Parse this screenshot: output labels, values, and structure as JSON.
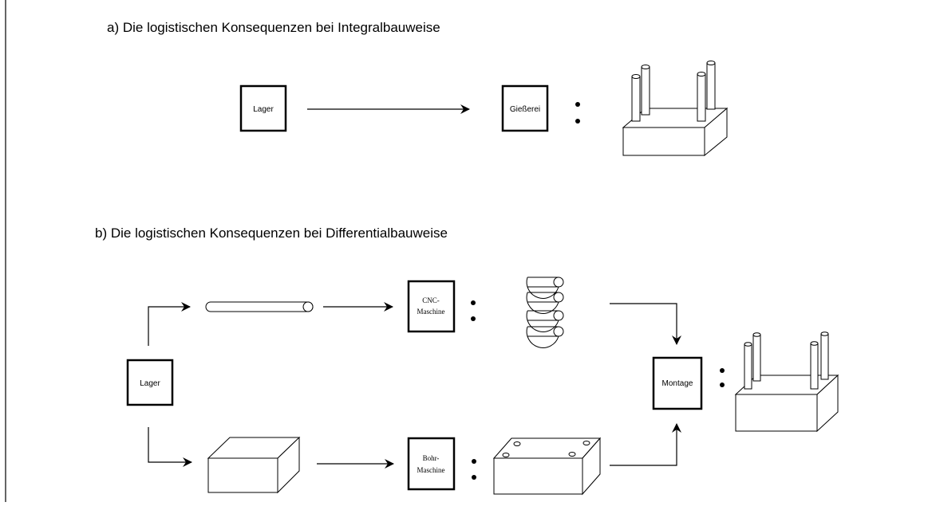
{
  "section_a": {
    "title": "a) Die logistischen Konsequenzen bei Integralbauweise",
    "lager_label": "Lager",
    "giesserei_label": "Gießerei"
  },
  "section_b": {
    "title": "b) Die logistischen Konsequenzen bei Differentialbauweise",
    "lager_label": "Lager",
    "cnc_label_line1": "CNC-",
    "cnc_label_line2": "Maschine",
    "bohr_label_line1": "Bohr-",
    "bohr_label_line2": "Maschine",
    "montage_label": "Montage"
  }
}
